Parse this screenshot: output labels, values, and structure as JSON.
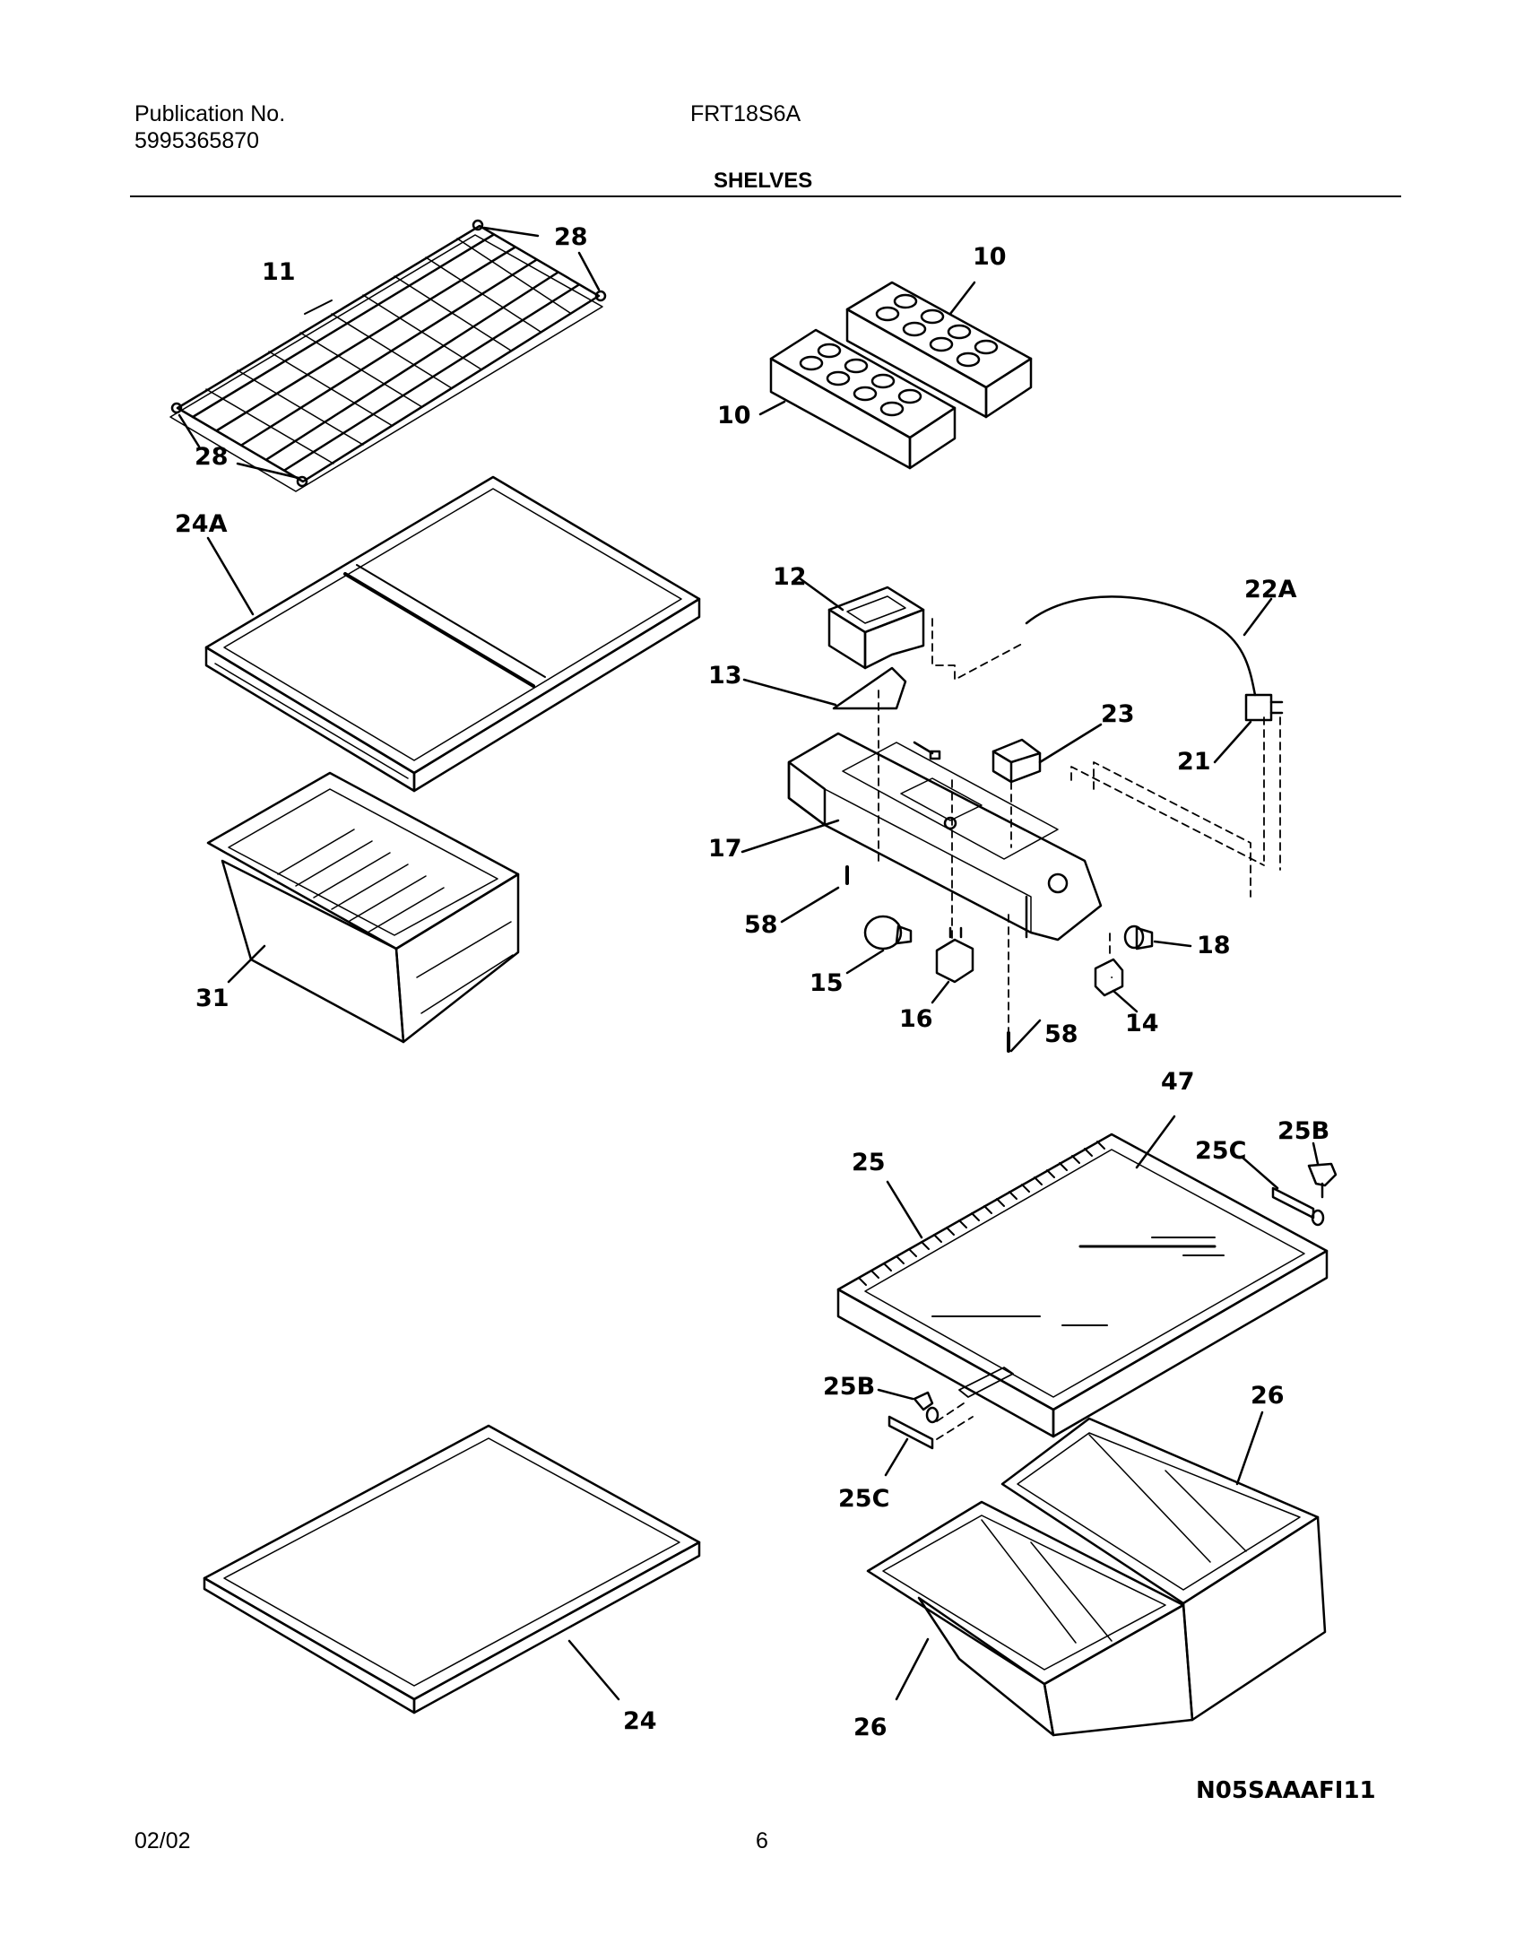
{
  "header": {
    "publication_label": "Publication No.",
    "publication_number": "5995365870",
    "model": "FRT18S6A",
    "section": "SHELVES"
  },
  "callouts": [
    {
      "id": "c11",
      "text": "11"
    },
    {
      "id": "c28a",
      "text": "28"
    },
    {
      "id": "c28b",
      "text": "28"
    },
    {
      "id": "c10a",
      "text": "10"
    },
    {
      "id": "c10b",
      "text": "10"
    },
    {
      "id": "c24a",
      "text": "24A"
    },
    {
      "id": "c12",
      "text": "12"
    },
    {
      "id": "c22a",
      "text": "22A"
    },
    {
      "id": "c13",
      "text": "13"
    },
    {
      "id": "c23",
      "text": "23"
    },
    {
      "id": "c21",
      "text": "21"
    },
    {
      "id": "c17",
      "text": "17"
    },
    {
      "id": "c58a",
      "text": "58"
    },
    {
      "id": "c18",
      "text": "18"
    },
    {
      "id": "c15",
      "text": "15"
    },
    {
      "id": "c16",
      "text": "16"
    },
    {
      "id": "c58b",
      "text": "58"
    },
    {
      "id": "c14",
      "text": "14"
    },
    {
      "id": "c31",
      "text": "31"
    },
    {
      "id": "c47",
      "text": "47"
    },
    {
      "id": "c25",
      "text": "25"
    },
    {
      "id": "c25c1",
      "text": "25C"
    },
    {
      "id": "c25b1",
      "text": "25B"
    },
    {
      "id": "c25b2",
      "text": "25B"
    },
    {
      "id": "c26a",
      "text": "26"
    },
    {
      "id": "c25c2",
      "text": "25C"
    },
    {
      "id": "c24",
      "text": "24"
    },
    {
      "id": "c26b",
      "text": "26"
    }
  ],
  "figure_code": "N05SAAAFI11",
  "footer": {
    "date": "02/02",
    "page": "6"
  }
}
